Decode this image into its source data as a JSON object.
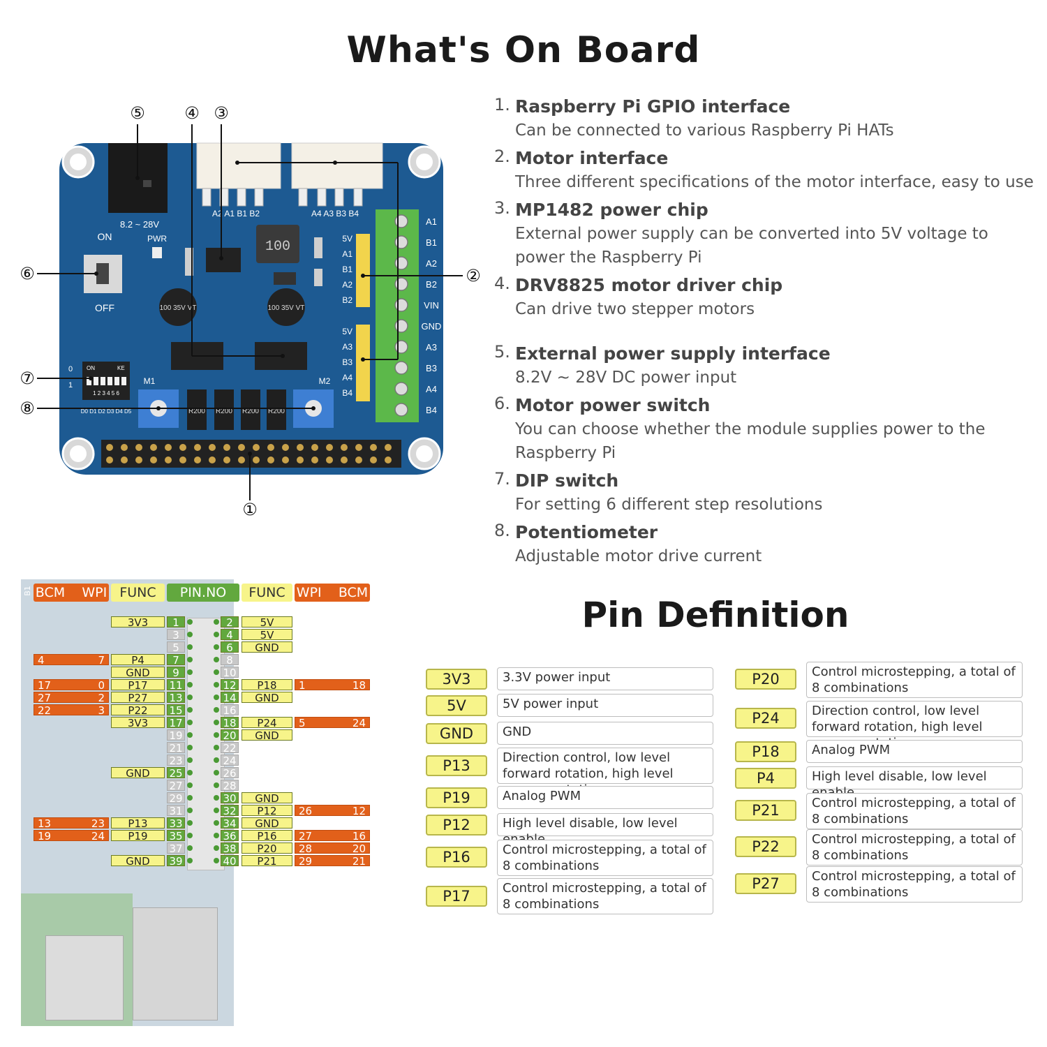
{
  "title": "What's On Board",
  "features": [
    {
      "num": "1.",
      "title": "Raspberry Pi GPIO interface",
      "desc": "Can be connected to various Raspberry Pi HATs"
    },
    {
      "num": "2.",
      "title": "Motor interface",
      "desc": "Three different specifications of the motor interface, easy to use"
    },
    {
      "num": "3.",
      "title": "MP1482 power chip",
      "desc": "External power supply can be converted into 5V voltage to power the Raspberry Pi"
    },
    {
      "num": "4.",
      "title": "DRV8825 motor driver chip",
      "desc": "Can drive two stepper motors"
    },
    {
      "num": "5.",
      "title": "External power supply interface",
      "desc": "8.2V ~ 28V DC power input"
    },
    {
      "num": "6.",
      "title": "Motor power switch",
      "desc": "You can choose whether the module supplies power to the Raspberry Pi"
    },
    {
      "num": "7.",
      "title": "DIP switch",
      "desc": "For setting 6 different step resolutions"
    },
    {
      "num": "8.",
      "title": "Potentiometer",
      "desc": "Adjustable motor drive current"
    }
  ],
  "board": {
    "callouts": [
      "①",
      "②",
      "③",
      "④",
      "⑤",
      "⑥",
      "⑦",
      "⑧"
    ],
    "power_label": "8.2 ~ 28V",
    "on": "ON",
    "off": "OFF",
    "pwr": "PWR",
    "m1": "M1",
    "m2": "M2",
    "conn_left": "A2 A1 B1 B2",
    "conn_right": "A4 A3 B3 B4",
    "terminal_labels": [
      "A1",
      "B1",
      "A2",
      "B2",
      "VIN",
      "GND",
      "A3",
      "B3",
      "A4",
      "B4"
    ],
    "header1_labels": [
      "5V",
      "A1",
      "B1",
      "A2",
      "B2"
    ],
    "header2_labels": [
      "5V",
      "A3",
      "B3",
      "A4",
      "B4"
    ],
    "dip_labels": "D0 D1 D2 D3 D4 D5",
    "dip_on": "ON",
    "dip_ke": "KE",
    "dip_nums": "1 2 3 4 5 6",
    "dip_0": "0",
    "dip_1": "1",
    "inductor": "100",
    "cap": "100 35V VT",
    "resistors": [
      "R200",
      "R200",
      "R200",
      "R200"
    ]
  },
  "pin_header": {
    "headers": [
      "BCM",
      "WPI",
      "FUNC",
      "PIN.NO",
      "FUNC",
      "WPI",
      "BCM"
    ],
    "b1": "B1",
    "rows": [
      {
        "lfunc": "3V3",
        "l": "1",
        "r": "2",
        "rfunc": "5V",
        "lcol": "g",
        "rcol": "g"
      },
      {
        "lfunc": "",
        "l": "3",
        "r": "4",
        "rfunc": "5V",
        "lcol": "gr",
        "rcol": "g"
      },
      {
        "lfunc": "",
        "l": "5",
        "r": "6",
        "rfunc": "GND",
        "lcol": "gr",
        "rcol": "g"
      },
      {
        "lbcm": "4",
        "lwpi": "7",
        "lfunc": "P4",
        "l": "7",
        "r": "8",
        "rfunc": "",
        "lcol": "g",
        "rcol": "gr"
      },
      {
        "lfunc": "GND",
        "l": "9",
        "r": "10",
        "rfunc": "",
        "lcol": "g",
        "rcol": "gr"
      },
      {
        "lbcm": "17",
        "lwpi": "0",
        "lfunc": "P17",
        "l": "11",
        "r": "12",
        "rfunc": "P18",
        "rwpi": "1",
        "rbcm": "18",
        "lcol": "g",
        "rcol": "g"
      },
      {
        "lbcm": "27",
        "lwpi": "2",
        "lfunc": "P27",
        "l": "13",
        "r": "14",
        "rfunc": "GND",
        "lcol": "g",
        "rcol": "g"
      },
      {
        "lbcm": "22",
        "lwpi": "3",
        "lfunc": "P22",
        "l": "15",
        "r": "16",
        "rfunc": "",
        "lcol": "g",
        "rcol": "gr"
      },
      {
        "lfunc": "3V3",
        "l": "17",
        "r": "18",
        "rfunc": "P24",
        "rwpi": "5",
        "rbcm": "24",
        "lcol": "g",
        "rcol": "g"
      },
      {
        "lfunc": "",
        "l": "19",
        "r": "20",
        "rfunc": "GND",
        "lcol": "gr",
        "rcol": "g"
      },
      {
        "lfunc": "",
        "l": "21",
        "r": "22",
        "rfunc": "",
        "lcol": "gr",
        "rcol": "gr"
      },
      {
        "lfunc": "",
        "l": "23",
        "r": "24",
        "rfunc": "",
        "lcol": "gr",
        "rcol": "gr"
      },
      {
        "lfunc": "GND",
        "l": "25",
        "r": "26",
        "rfunc": "",
        "lcol": "g",
        "rcol": "gr"
      },
      {
        "lfunc": "",
        "l": "27",
        "r": "28",
        "rfunc": "",
        "lcol": "gr",
        "rcol": "gr"
      },
      {
        "lfunc": "",
        "l": "29",
        "r": "30",
        "rfunc": "GND",
        "lcol": "gr",
        "rcol": "g"
      },
      {
        "lfunc": "",
        "l": "31",
        "r": "32",
        "rfunc": "P12",
        "rwpi": "26",
        "rbcm": "12",
        "lcol": "gr",
        "rcol": "g"
      },
      {
        "lbcm": "13",
        "lwpi": "23",
        "lfunc": "P13",
        "l": "33",
        "r": "34",
        "rfunc": "GND",
        "lcol": "g",
        "rcol": "g"
      },
      {
        "lbcm": "19",
        "lwpi": "24",
        "lfunc": "P19",
        "l": "35",
        "r": "36",
        "rfunc": "P16",
        "rwpi": "27",
        "rbcm": "16",
        "lcol": "g",
        "rcol": "g"
      },
      {
        "lfunc": "",
        "l": "37",
        "r": "38",
        "rfunc": "P20",
        "rwpi": "28",
        "rbcm": "20",
        "lcol": "gr",
        "rcol": "g"
      },
      {
        "lfunc": "GND",
        "l": "39",
        "r": "40",
        "rfunc": "P21",
        "rwpi": "29",
        "rbcm": "21",
        "lcol": "g",
        "rcol": "g"
      }
    ]
  },
  "pin_definition": {
    "title": "Pin Definition",
    "left": [
      {
        "pin": "3V3",
        "desc": "3.3V power input"
      },
      {
        "pin": "5V",
        "desc": "5V power input"
      },
      {
        "pin": "GND",
        "desc": "GND"
      },
      {
        "pin": "P13",
        "desc": "Direction control, low level forward rotation, high level reverse rotation"
      },
      {
        "pin": "P19",
        "desc": "Analog PWM"
      },
      {
        "pin": "P12",
        "desc": "High level disable, low level enable"
      },
      {
        "pin": "P16",
        "desc": "Control microstepping, a total of 8 combinations"
      },
      {
        "pin": "P17",
        "desc": "Control microstepping, a total of 8 combinations"
      }
    ],
    "right": [
      {
        "pin": "P20",
        "desc": "Control microstepping, a total of 8 combinations"
      },
      {
        "pin": "P24",
        "desc": "Direction control, low level forward rotation, high level reverse rotation"
      },
      {
        "pin": "P18",
        "desc": "Analog PWM"
      },
      {
        "pin": "P4",
        "desc": "High level disable, low level enable"
      },
      {
        "pin": "P21",
        "desc": "Control microstepping, a total of 8 combinations"
      },
      {
        "pin": "P22",
        "desc": "Control microstepping, a total of 8 combinations"
      },
      {
        "pin": "P27",
        "desc": "Control microstepping, a total of 8 combinations"
      }
    ]
  },
  "colors": {
    "board_blue": "#1d5a92",
    "func_yellow": "#f7f48a",
    "pin_green": "#62a83e",
    "num_orange": "#e2601a",
    "terminal_green": "#5cb84a"
  }
}
